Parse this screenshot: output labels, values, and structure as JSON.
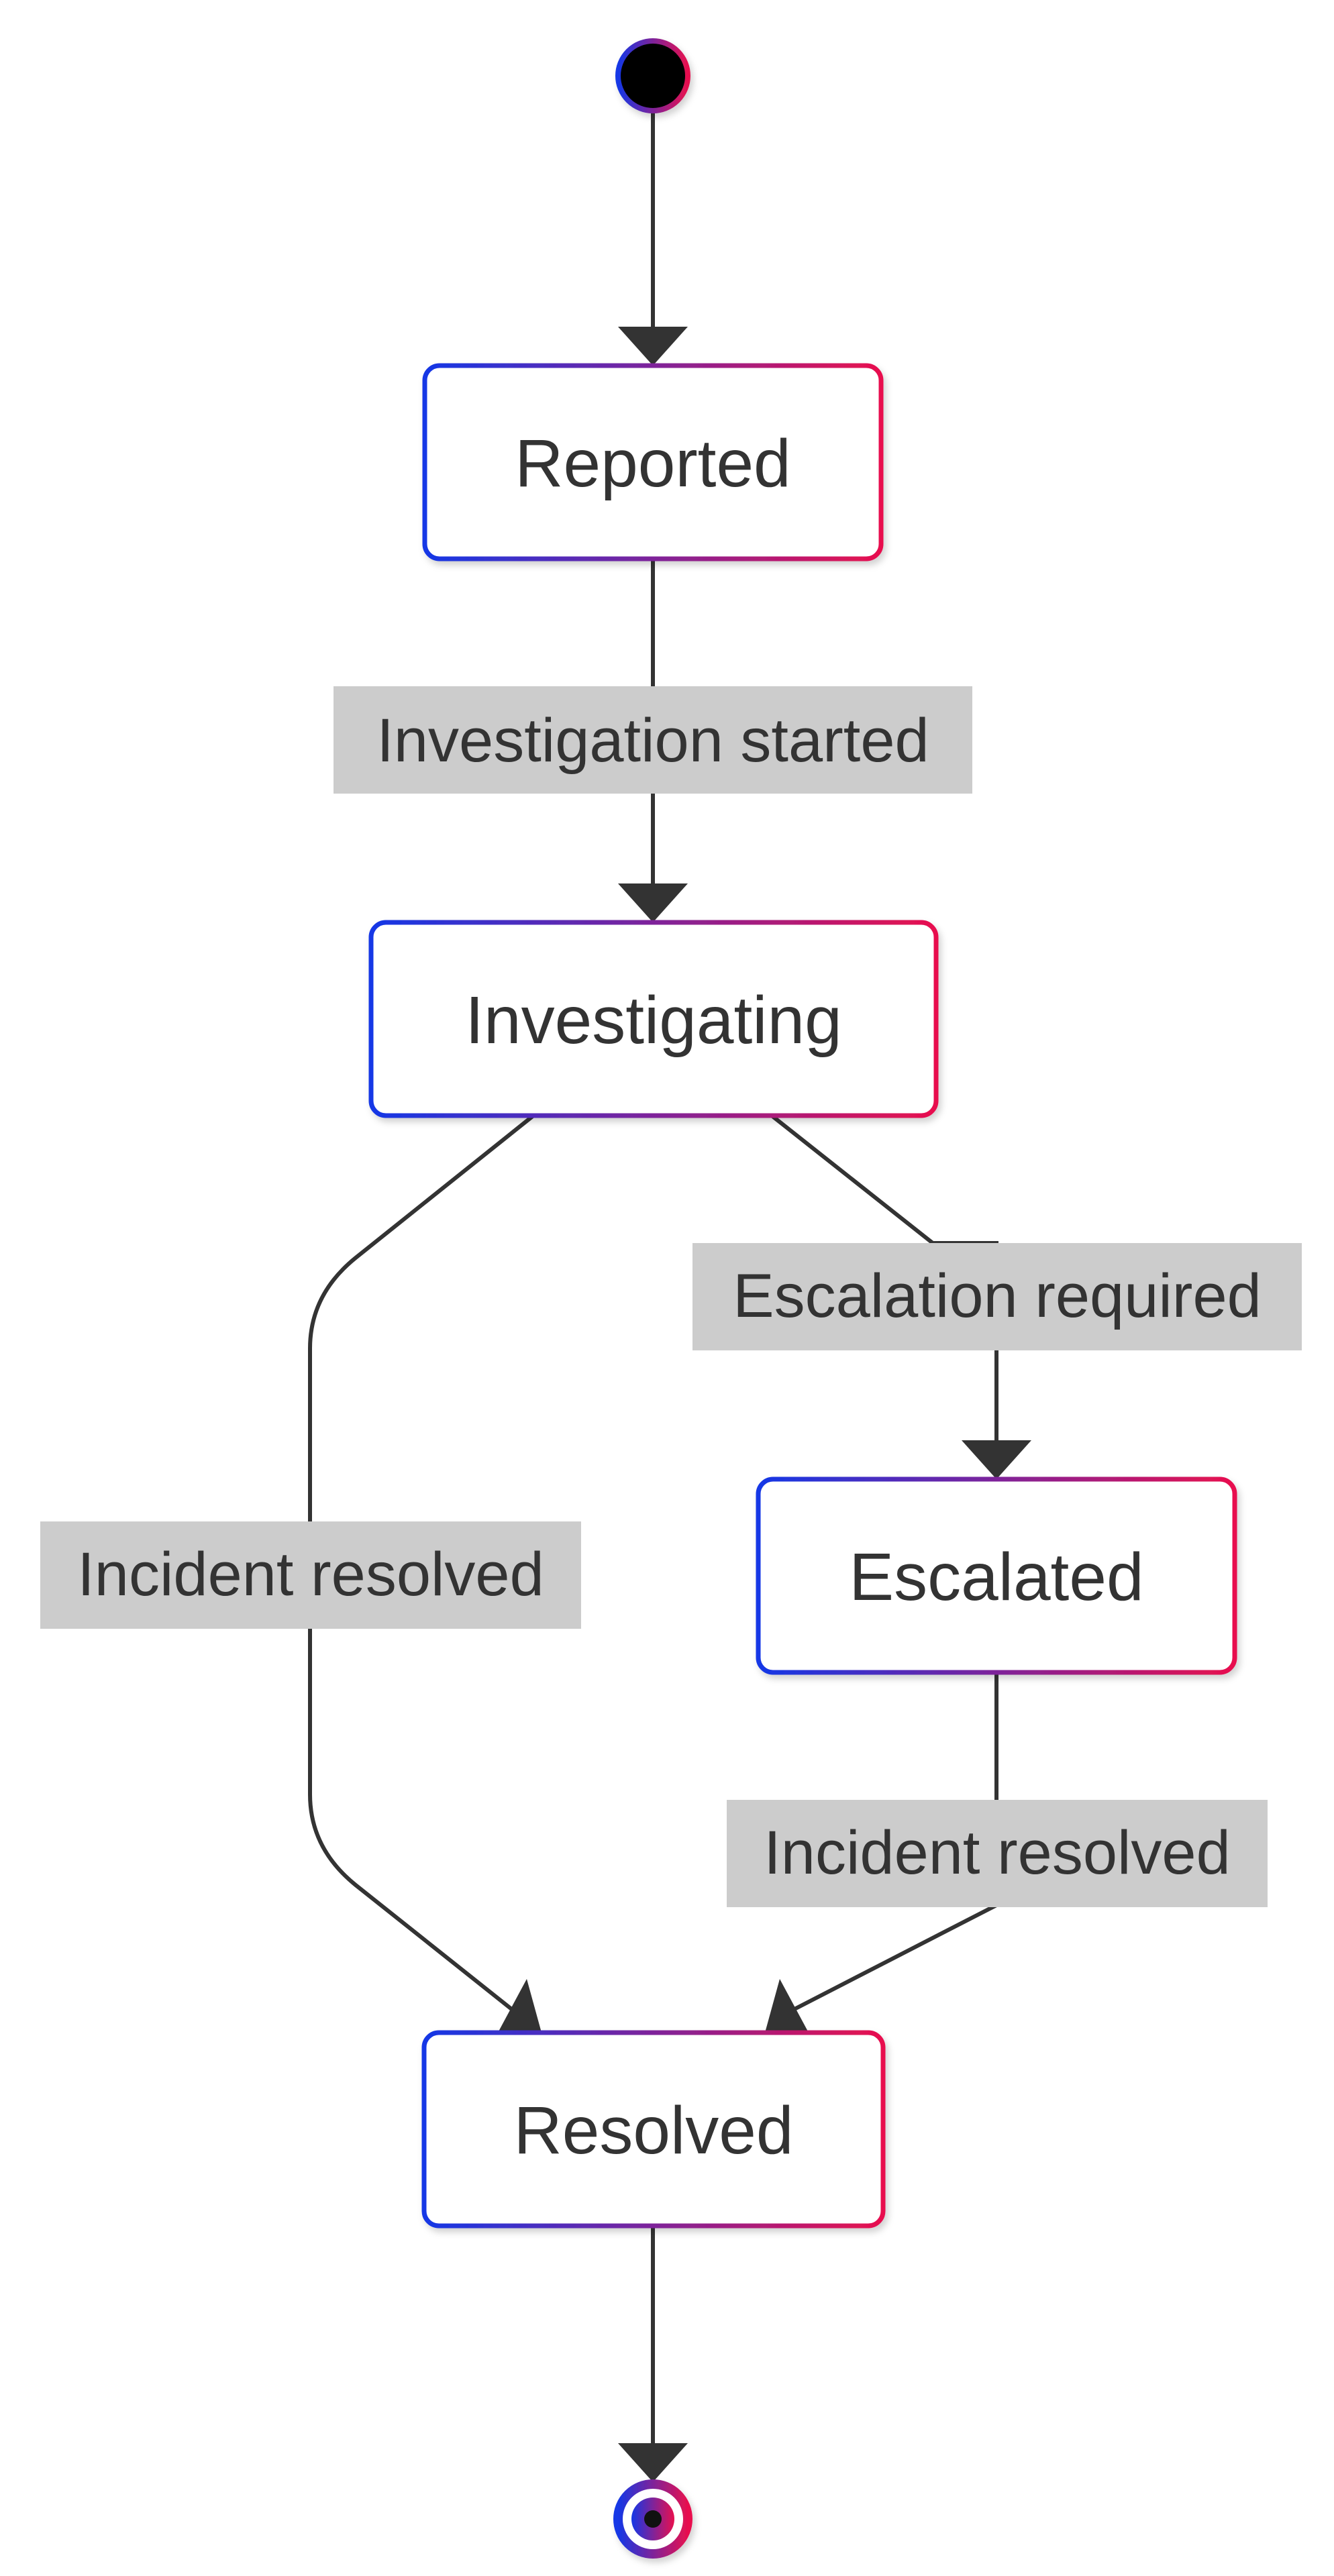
{
  "diagram": {
    "type": "state-diagram",
    "colors": {
      "gradient_start": "#1437e6",
      "gradient_end": "#e8104e",
      "edge": "#333333",
      "label_background": "#cccccc",
      "state_fill": "#ffffff",
      "text": "#333333"
    },
    "states": {
      "reported": "Reported",
      "investigating": "Investigating",
      "escalated": "Escalated",
      "resolved": "Resolved"
    },
    "transitions": {
      "investigation_started": "Investigation started",
      "escalation_required": "Escalation required",
      "incident_resolved_direct": "Incident resolved",
      "incident_resolved_escalated": "Incident resolved"
    },
    "nodes": [
      {
        "id": "start",
        "kind": "initial-state"
      },
      {
        "id": "reported",
        "kind": "state"
      },
      {
        "id": "investigating",
        "kind": "state"
      },
      {
        "id": "escalated",
        "kind": "state"
      },
      {
        "id": "resolved",
        "kind": "state"
      },
      {
        "id": "end",
        "kind": "final-state"
      }
    ],
    "edges": [
      {
        "from": "start",
        "to": "reported",
        "label": ""
      },
      {
        "from": "reported",
        "to": "investigating",
        "label": "Investigation started"
      },
      {
        "from": "investigating",
        "to": "escalated",
        "label": "Escalation required"
      },
      {
        "from": "investigating",
        "to": "resolved",
        "label": "Incident resolved"
      },
      {
        "from": "escalated",
        "to": "resolved",
        "label": "Incident resolved"
      },
      {
        "from": "resolved",
        "to": "end",
        "label": ""
      }
    ]
  }
}
